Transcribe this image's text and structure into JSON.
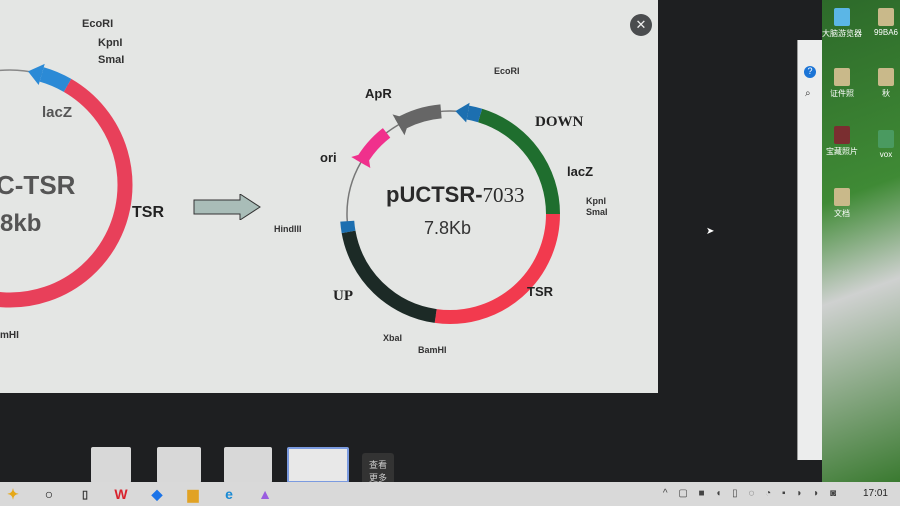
{
  "viewer": {
    "close_icon": "close-icon",
    "left_plasmid": {
      "name": "C-TSR",
      "size": "8kb",
      "labels": {
        "ecori": "EcoRI",
        "kpni": "KpnI",
        "smai": "SmaI",
        "lacz": "lacZ",
        "tsr": "TSR",
        "bamhi": "mHI"
      },
      "colors": {
        "tsr": "#e8405a",
        "lacz": "#2b8ad6"
      }
    },
    "right_plasmid": {
      "name": "pUCTSR-",
      "name_suffix": "7033",
      "size": "7.8Kb",
      "labels": {
        "ecori": "EcoRI",
        "apr": "ApR",
        "down": "DOWN",
        "ori": "ori",
        "lacz": "lacZ",
        "kpni": "KpnI",
        "smai": "SmaI",
        "hindiii": "HindIII",
        "tsr": "TSR",
        "up": "UP",
        "xbai": "XbaI",
        "bamhi": "BamHI"
      },
      "colors": {
        "lacz": "#1c6fb0",
        "down": "#1f6e2e",
        "tsr": "#f23a4e",
        "up": "#1c2a26",
        "ori": "#f0308c",
        "apr": "#666666",
        "backbone": "#777777"
      }
    },
    "arrow_color": "#a9bdb8"
  },
  "thumbnails": {
    "more_label_1": "查看",
    "more_label_2": "更多"
  },
  "desktop": {
    "icons": [
      "大脑游览器",
      "99BA6",
      "证件照",
      "秋",
      "宝藏照片",
      "vox",
      "文档"
    ]
  },
  "taskbar": {
    "time": "17:01"
  }
}
